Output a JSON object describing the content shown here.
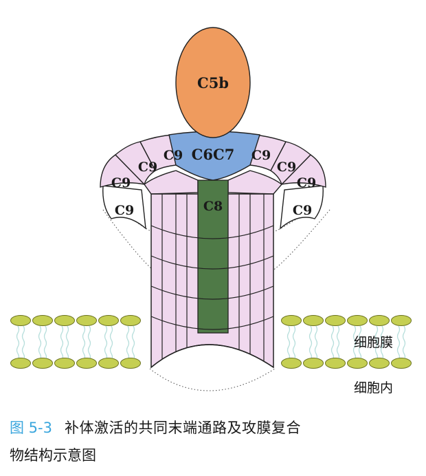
{
  "figure": {
    "units": {
      "c5b": "C5b",
      "c6c7": "C6C7",
      "c8": "C8",
      "c9": "C9"
    },
    "labels": {
      "membrane": "细胞膜",
      "intracellular": "细胞内"
    },
    "colors": {
      "c5b": "#ef9b5e",
      "c6c7": "#7fa8dd",
      "c8": "#4f7a47",
      "c9": "#f0d8ee",
      "lipid_head": "#c5cf52",
      "lipid_tail": "#b6dedb"
    }
  },
  "caption": {
    "number": "图 5-3",
    "title_line1": "补体激活的共同末端通路及攻膜复合",
    "title_line2": "物结构示意图"
  }
}
